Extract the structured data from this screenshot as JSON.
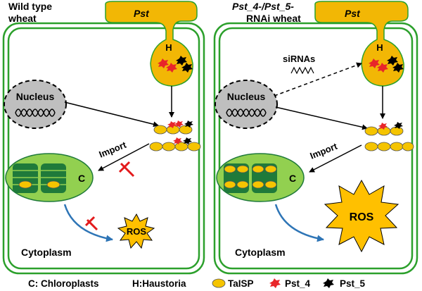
{
  "panels": [
    {
      "title_lines": [
        "Wild type",
        "wheat"
      ],
      "pathogen": "Pst",
      "haustorium": "H",
      "nucleus": "Nucleus",
      "import": "Import",
      "chloroplast": "C",
      "ros": "ROS",
      "cytoplasm": "Cytoplasm"
    },
    {
      "title_lines": [
        "Pst_4-/Pst_5-",
        "RNAi wheat"
      ],
      "pathogen": "Pst",
      "haustorium": "H",
      "sirna": "siRNAs",
      "nucleus": "Nucleus",
      "import": "Import",
      "chloroplast": "C",
      "ros": "ROS",
      "cytoplasm": "Cytoplasm"
    }
  ],
  "legend": {
    "chloroplasts": "C: Chloroplasts",
    "haustoria": "H:Haustoria",
    "talsp": "TaISP",
    "pst4": "Pst_4",
    "pst5": "Pst_5"
  },
  "colors": {
    "cell_wall": "#2ca02c",
    "pathogen": "#f2b705",
    "talsp": "#f5c400",
    "chloroplast_fill": "#92d050",
    "thylakoid": "#1f7a3a",
    "nucleus": "#bfbfbf",
    "pst4": "#e8262a",
    "pst5": "#000000",
    "inhibit": "#e31a1c",
    "arrow_blue": "#2e75b6",
    "ros": "#ffc000"
  }
}
